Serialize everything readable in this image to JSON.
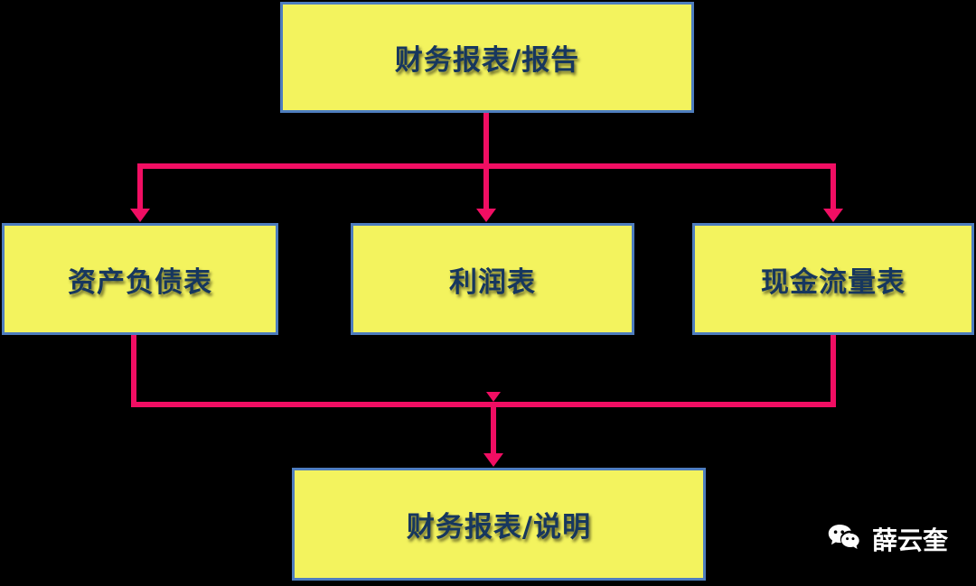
{
  "colors": {
    "bg": "#000000",
    "box-fill": "#F3F35E",
    "box-border": "#4E7DBE",
    "text-color": "#17375E",
    "arrow-color": "#F10E63",
    "watermark-color": "#FFFFFF"
  },
  "nodes": {
    "top": {
      "label": "财务报表/报告"
    },
    "left": {
      "label": "资产负债表"
    },
    "middle": {
      "label": "利润表"
    },
    "right": {
      "label": "现金流量表"
    },
    "bottom": {
      "label": "财务报表/说明"
    }
  },
  "watermark": {
    "label": "薛云奎",
    "icon": "wechat-icon"
  }
}
